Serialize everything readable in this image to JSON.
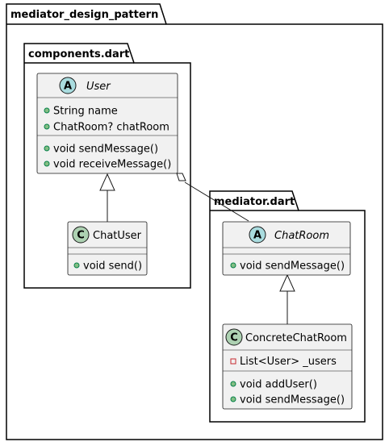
{
  "packages": {
    "outer": {
      "name": "mediator_design_pattern"
    },
    "components": {
      "name": "components.dart"
    },
    "mediator": {
      "name": "mediator.dart"
    }
  },
  "classes": {
    "user": {
      "kind": "A",
      "name": "User",
      "abstract": true,
      "fields": [
        {
          "visibility": "public",
          "text": "String name"
        },
        {
          "visibility": "public",
          "text": "ChatRoom? chatRoom"
        }
      ],
      "methods": [
        {
          "visibility": "public",
          "text": "void sendMessage()"
        },
        {
          "visibility": "public",
          "text": "void receiveMessage()"
        }
      ]
    },
    "chatUser": {
      "kind": "C",
      "name": "ChatUser",
      "abstract": false,
      "fields": [],
      "methods": [
        {
          "visibility": "public",
          "text": "void send()"
        }
      ]
    },
    "chatRoom": {
      "kind": "A",
      "name": "ChatRoom",
      "abstract": true,
      "fields": [],
      "methods": [
        {
          "visibility": "public",
          "text": "void sendMessage()"
        }
      ]
    },
    "concreteChatRoom": {
      "kind": "C",
      "name": "ConcreteChatRoom",
      "abstract": false,
      "fields": [
        {
          "visibility": "private",
          "text": "List<User> _users"
        }
      ],
      "methods": [
        {
          "visibility": "public",
          "text": "void addUser()"
        },
        {
          "visibility": "public",
          "text": "void sendMessage()"
        }
      ]
    }
  },
  "colors": {
    "classFill": "#f1f1f1",
    "abstractBadge": "#a9dcdf",
    "classBadge": "#add1b2",
    "publicDot": "#84be84",
    "privateSquare": "#c82930",
    "border": "#181818"
  }
}
